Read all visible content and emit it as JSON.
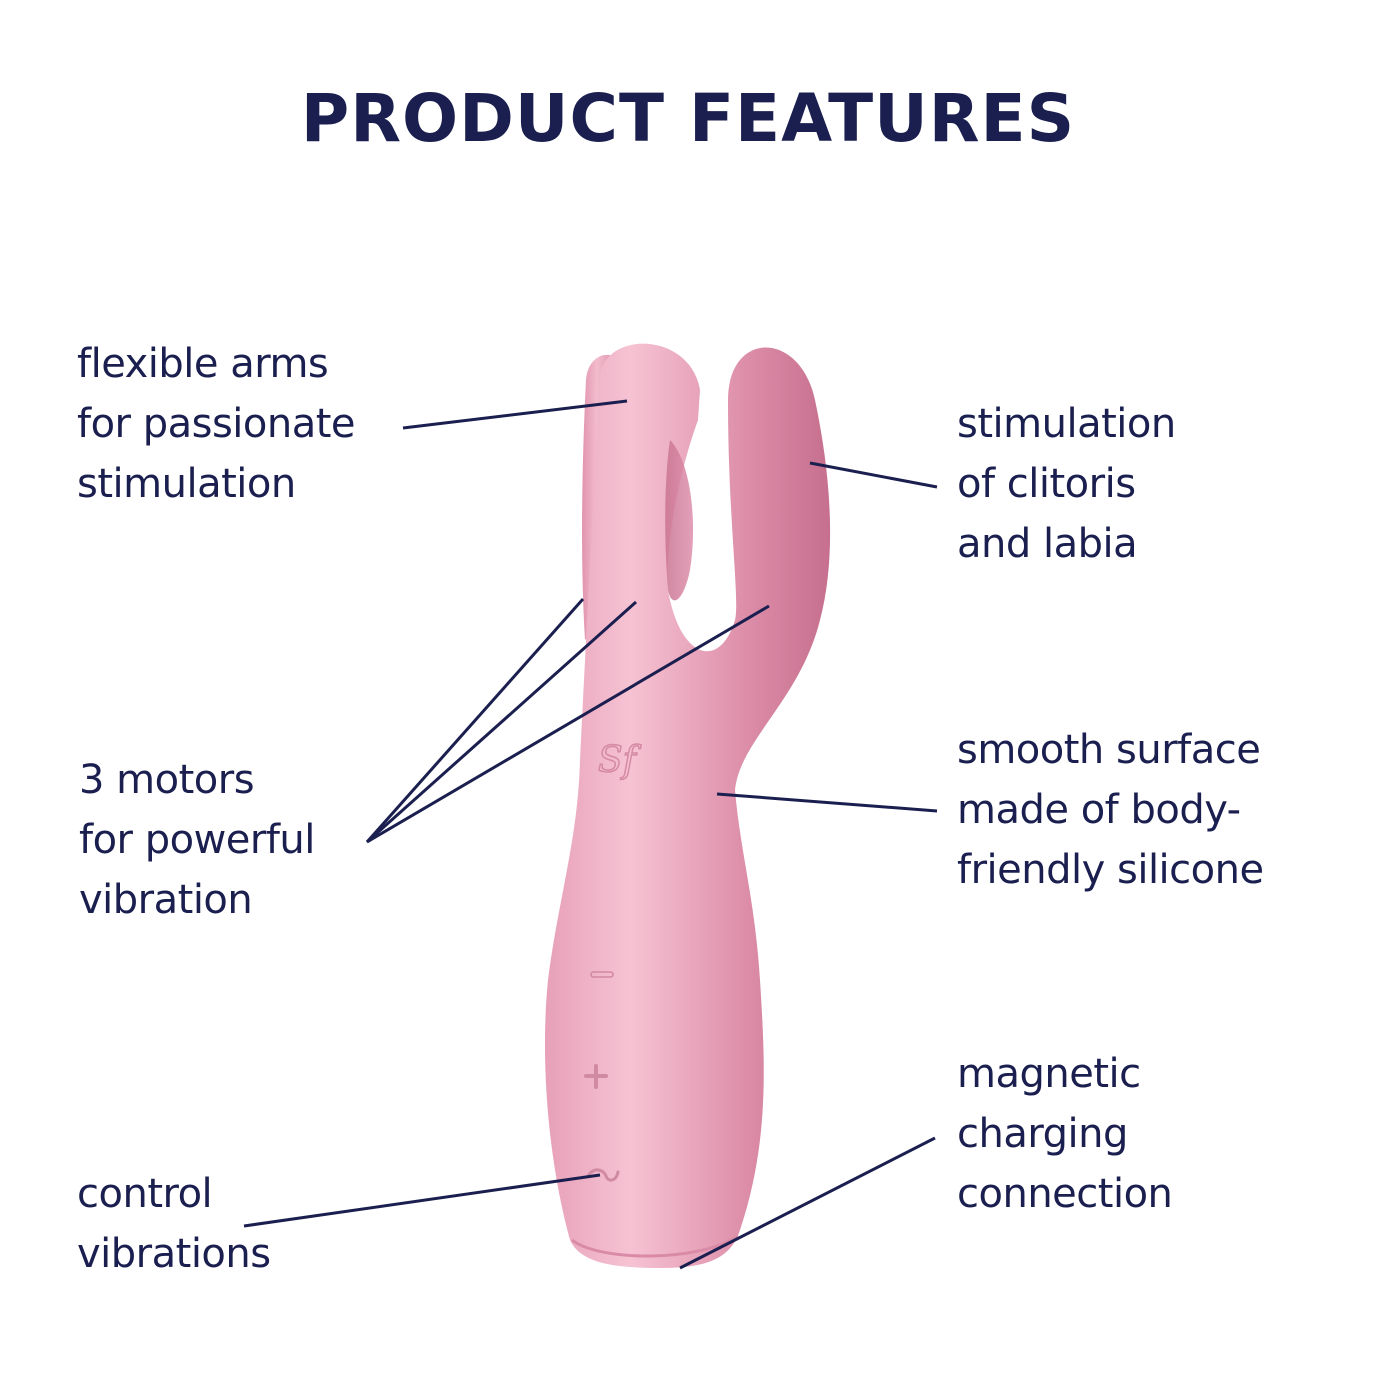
{
  "title": "PRODUCT FEATURES",
  "features": [
    {
      "id": "flexible-arms",
      "side": "left",
      "lines": [
        "flexible arms",
        "for passionate",
        "stimulation"
      ]
    },
    {
      "id": "three-motors",
      "side": "left",
      "lines": [
        "3 motors",
        "for powerful",
        "vibration"
      ]
    },
    {
      "id": "control-vibrations",
      "side": "left",
      "lines": [
        "control",
        "vibrations"
      ]
    },
    {
      "id": "stimulation-clitoris",
      "side": "right",
      "lines": [
        "stimulation",
        "of clitoris",
        "and labia"
      ]
    },
    {
      "id": "smooth-surface",
      "side": "right",
      "lines": [
        "smooth surface",
        "made of body-",
        "friendly silicone"
      ]
    },
    {
      "id": "magnetic-charging",
      "side": "right",
      "lines": [
        "magnetic",
        "charging",
        "connection"
      ]
    }
  ],
  "product": {
    "buttons": [
      "−",
      "+",
      "~"
    ],
    "logo": "Sf",
    "color": "#e49ab4",
    "highlight": "#f5bfd0",
    "shadow": "#c9708f"
  },
  "colors": {
    "text": "#1b1f4f",
    "line": "#1b1f4f",
    "background": "#ffffff"
  }
}
